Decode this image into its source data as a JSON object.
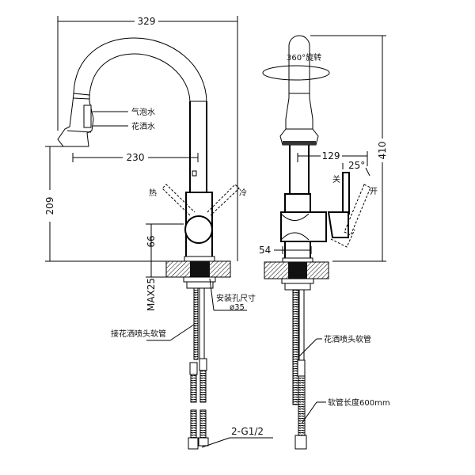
{
  "front_view": {
    "dim_width": "329",
    "dim_reach": "230",
    "dim_height": "209",
    "dim_body": "66",
    "dim_deck": "MAX25",
    "label_aerated": "气泡水",
    "label_spray": "花洒水",
    "label_hot": "热",
    "label_cold": "冷",
    "label_hole": "安装孔尺寸",
    "label_hole_dia": "ø35",
    "label_spray_hose": "接花洒喷头软管",
    "label_thread": "2-G1/2"
  },
  "side_view": {
    "label_rotation": "360°旋转",
    "dim_total_height": "410",
    "dim_lever": "129",
    "dim_angle": "25°",
    "label_close": "关",
    "label_open": "开",
    "dim_base": "54",
    "label_spray_hose": "花洒喷头软管",
    "label_hose_length": "软管长度600mm"
  }
}
